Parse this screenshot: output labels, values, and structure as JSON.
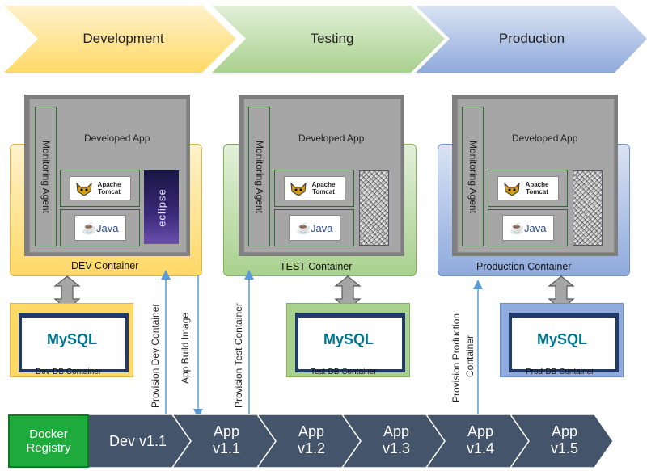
{
  "stages": {
    "development": "Development",
    "testing": "Testing",
    "production": "Production"
  },
  "environments": {
    "dev": {
      "app_title": "Developed App",
      "monitoring": "Monitoring Agent",
      "tomcat": "Apache Tomcat",
      "java": "Java",
      "ide": "eclipse",
      "container": "DEV Container",
      "db_logo": "MySQL",
      "db_container": "Dev-DB  Container"
    },
    "test": {
      "app_title": "Developed App",
      "monitoring": "Monitoring Agent",
      "tomcat": "Apache Tomcat",
      "java": "Java",
      "container": "TEST Container",
      "db_logo": "MySQL",
      "db_container": "Test-DB Container"
    },
    "prod": {
      "app_title": "Developed App",
      "monitoring": "Monitoring Agent",
      "tomcat": "Apache Tomcat",
      "java": "Java",
      "container": "Production Container",
      "db_logo": "MySQL",
      "db_container": "Prod-DB Container"
    }
  },
  "annotations": {
    "provision_dev": "Provision Dev Container",
    "app_build": "App Build Image",
    "provision_test": "Provision Test Container",
    "provision_prod_1": "Provision Production",
    "provision_prod_2": "Container"
  },
  "timeline": {
    "registry_1": "Docker",
    "registry_2": "Registry",
    "dev": "Dev v1.1",
    "v11_a": "App",
    "v11_b": "v1.1",
    "v12_a": "App",
    "v12_b": "v1.2",
    "v13_a": "App",
    "v13_b": "v1.3",
    "v14_a": "App",
    "v14_b": "v1.4",
    "v15_a": "App",
    "v15_b": "v1.5"
  },
  "colors": {
    "dev": "#ffd966",
    "test": "#a9d18e",
    "prod": "#8faadc",
    "timeline": "#44546a",
    "registry": "#1faa3c"
  }
}
